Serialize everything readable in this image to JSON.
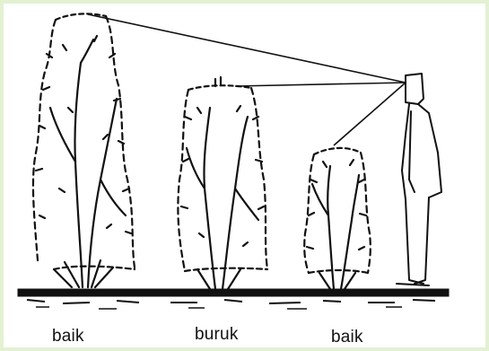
{
  "captions": {
    "left": "baik",
    "middle": "buruk",
    "right": "baik"
  },
  "colors": {
    "ink": "#111111",
    "background": "#ffffff",
    "border_accent": "#cfe8b0"
  },
  "figure": {
    "elements": [
      "tall-shrub",
      "medium-shrub",
      "short-shrub",
      "standing-person",
      "sight-lines",
      "ground-line"
    ]
  }
}
